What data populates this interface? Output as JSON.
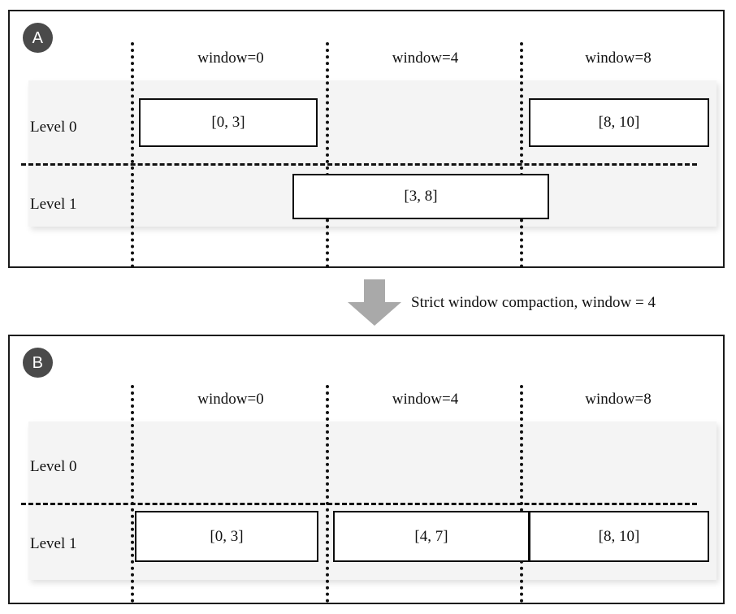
{
  "figure": {
    "transition_caption": "Strict window compaction, window = 4",
    "arrow_color": "#a9a9a9",
    "badge_color": "#4a4a4a",
    "band_color": "#f4f4f4",
    "line_color": "#111111"
  },
  "window_headers": [
    {
      "label": "window=0"
    },
    {
      "label": "window=4"
    },
    {
      "label": "window=8"
    }
  ],
  "panels": [
    {
      "badge": "A",
      "levels": [
        {
          "label": "Level 0"
        },
        {
          "label": "Level 1"
        }
      ],
      "boxes": [
        {
          "label": "[0, 3]",
          "level": 0,
          "start": 0,
          "end": 3
        },
        {
          "label": "[8, 10]",
          "level": 0,
          "start": 8,
          "end": 10
        },
        {
          "label": "[3, 8]",
          "level": 1,
          "start": 3,
          "end": 8
        }
      ]
    },
    {
      "badge": "B",
      "levels": [
        {
          "label": "Level 0"
        },
        {
          "label": "Level 1"
        }
      ],
      "boxes": [
        {
          "label": "[0, 3]",
          "level": 1,
          "start": 0,
          "end": 3
        },
        {
          "label": "[4, 7]",
          "level": 1,
          "start": 4,
          "end": 7
        },
        {
          "label": "[8, 10]",
          "level": 1,
          "start": 8,
          "end": 10
        }
      ]
    }
  ]
}
